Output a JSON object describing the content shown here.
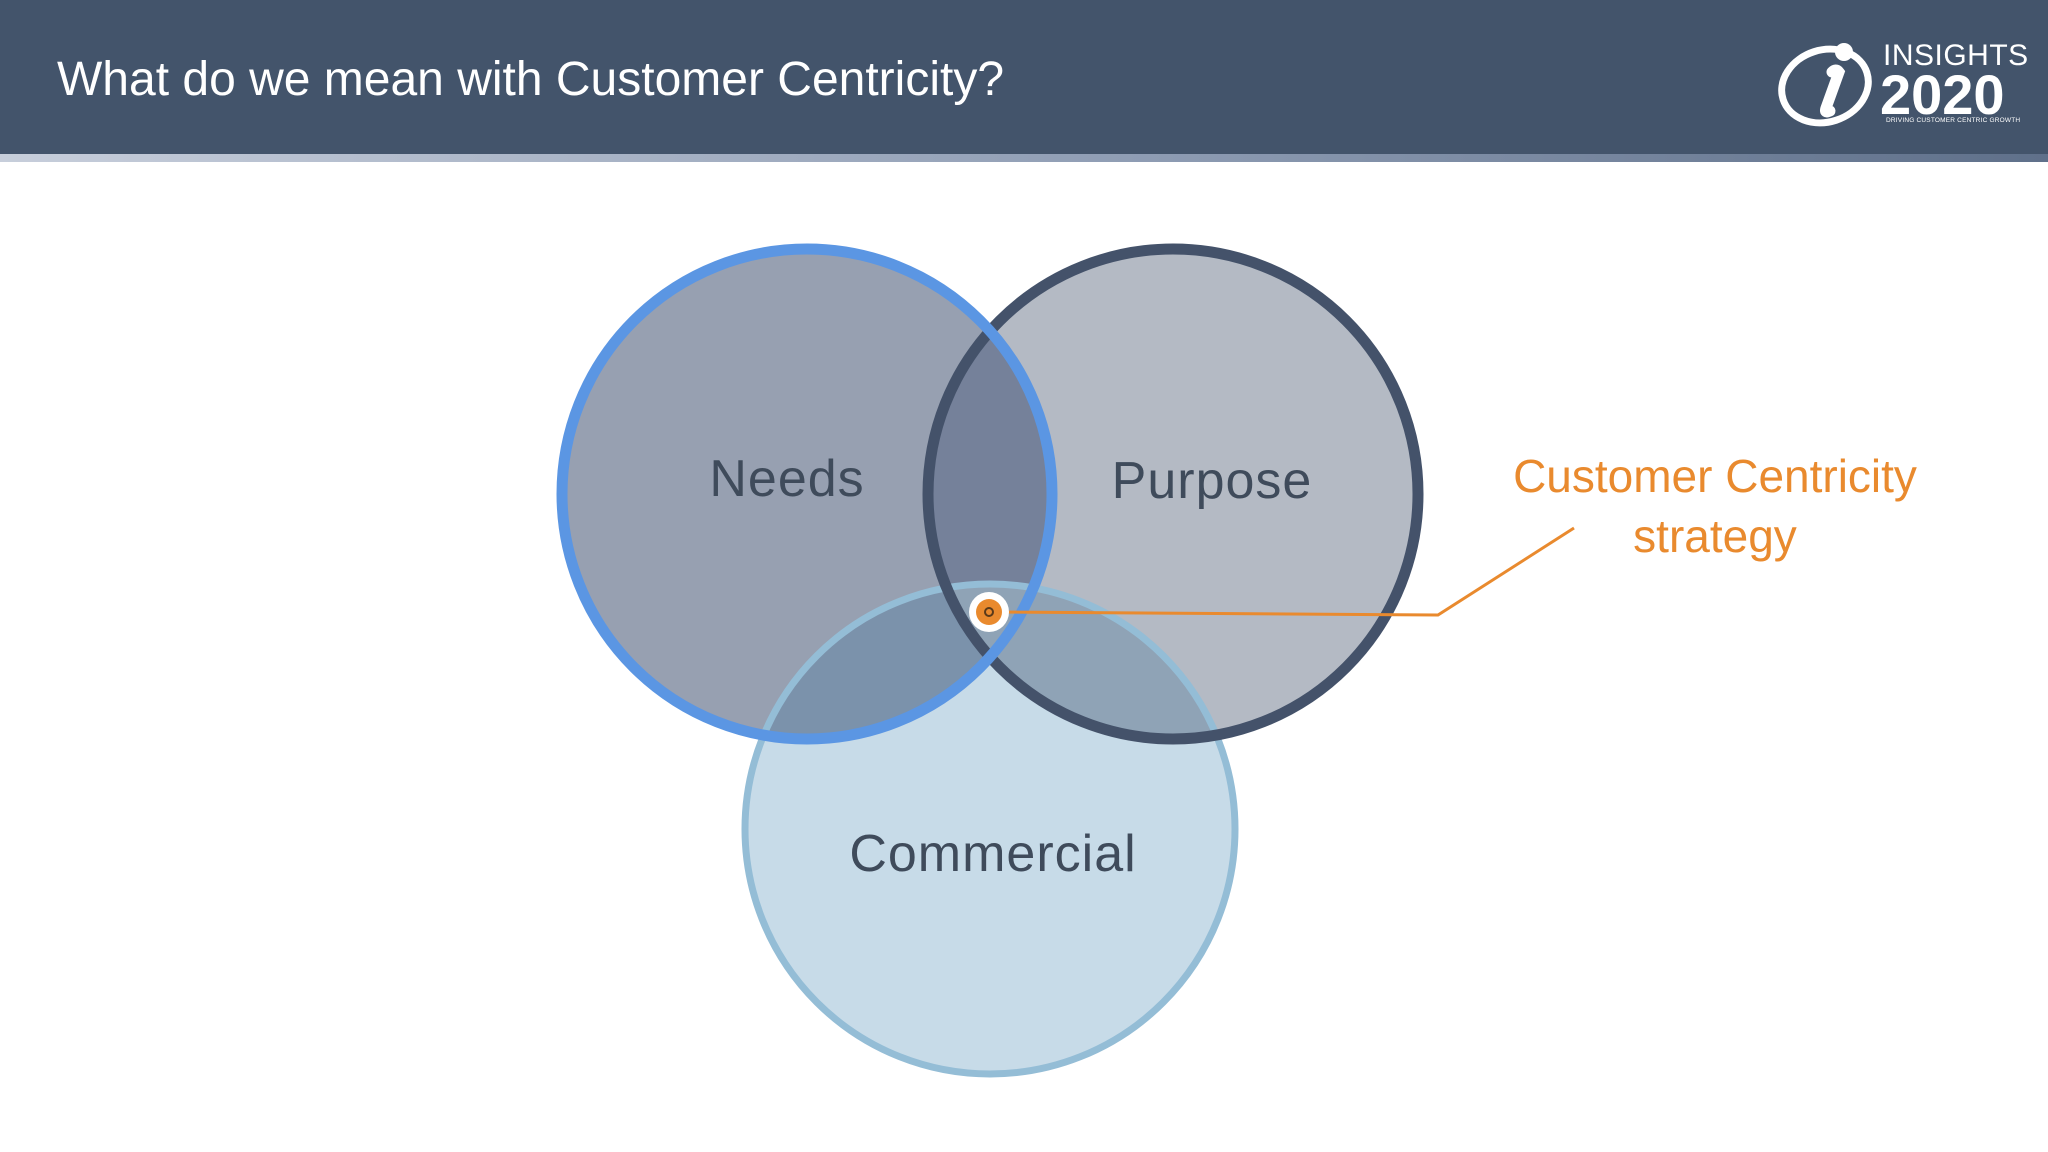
{
  "header": {
    "title": "What do we mean with Customer Centricity?"
  },
  "logo": {
    "icon": "insights-i-icon",
    "wordmark": "INSIGHTS",
    "year": "2020",
    "tagline": "DRIVING CUSTOMER CENTRIC GROWTH"
  },
  "diagram": {
    "circles": [
      {
        "label": "Needs",
        "fill": "#97a0b1",
        "stroke": "#5b96e3"
      },
      {
        "label": "Purpose",
        "fill": "#b4bac4",
        "stroke": "#44526a"
      },
      {
        "label": "Commercial",
        "fill": "#c7dbe8",
        "stroke": "#94bdd6"
      }
    ],
    "callout": {
      "line1": "Customer Centricity",
      "line2": "strategy",
      "color": "#e98a2e",
      "marker_icon": "target-dot-icon"
    }
  },
  "colors": {
    "header_bg": "#43546b",
    "title_text": "#ffffff",
    "circle_text": "#3f4b5b"
  }
}
